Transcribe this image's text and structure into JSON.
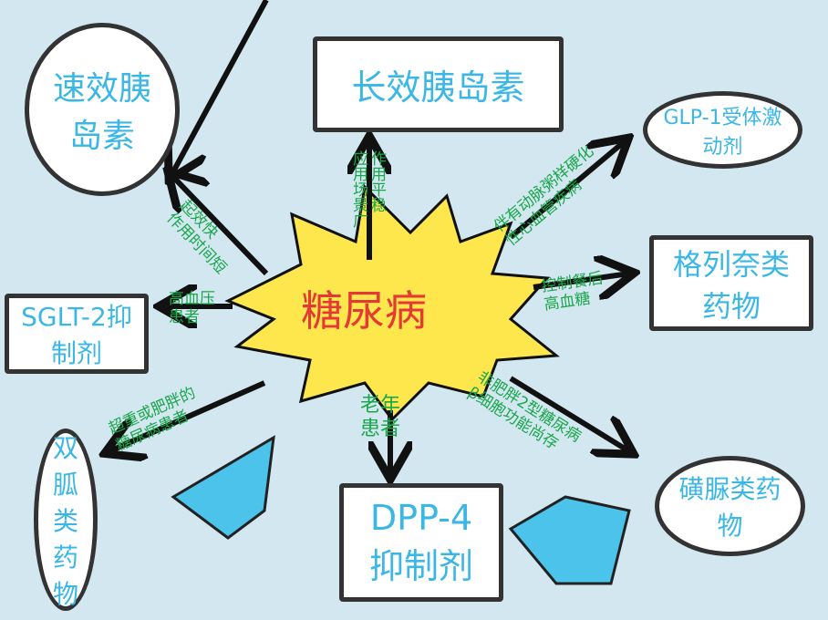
{
  "center": "糖尿病",
  "nodes": {
    "rapid": "速效胰岛素",
    "long": "长效胰岛素",
    "glp1": "GLP-1受体激动剂",
    "glinide": "格列奈类药物",
    "sglt2": "SGLT-2抑制剂",
    "metformin": "双胍类药物",
    "dpp4": "DPP-4抑制剂",
    "sulfonylurea": "磺脲类药物"
  },
  "labels": {
    "rapid": [
      "起效快",
      "作用时间短"
    ],
    "long": [
      "作用平稳",
      "应用场景广"
    ],
    "glp1": [
      "伴有动脉粥样硬化",
      "性心血管疾病"
    ],
    "glinide": [
      "控制餐后",
      "高血糖"
    ],
    "sglt2": [
      "高血压",
      "患者"
    ],
    "metformin": [
      "超重或肥胖的",
      "糖尿病患者"
    ],
    "dpp4": [
      "老年",
      "患者"
    ],
    "sulfonylurea": [
      "非肥胖2型糖尿病",
      "β细胞功能尚存"
    ]
  }
}
